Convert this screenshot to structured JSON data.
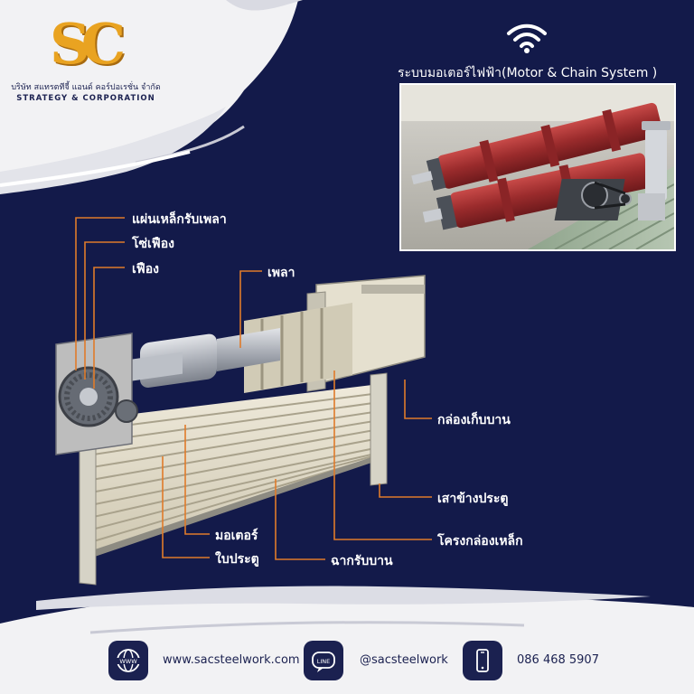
{
  "brand": {
    "mark": "SC",
    "company_thai": "บริษัท สแทรตทีจี้ แอนด์ คอร์ปอเรชั่น จำกัด",
    "company_en": "STRATEGY  & CORPORATION"
  },
  "system": {
    "title": "ระบบมอเตอร์ไฟฟ้า(Motor & Chain System )",
    "icon": "wifi-icon"
  },
  "labels": {
    "plate": "แผ่นเหล็กรับเพลา",
    "chain": "โซ่เฟือง",
    "gear": "เฟือง",
    "shaft": "เพลา",
    "box": "กล่องเก็บบาน",
    "post": "เสาข้างประตู",
    "frame": "โครงกล่องเหล็ก",
    "motor": "มอเตอร์",
    "door": "ใบประตู",
    "base": "ฉากรับบาน"
  },
  "footer": {
    "website": "www.sacsteelwork.com",
    "line": "@sacsteelwork",
    "phone": "086 468 5907",
    "website_icon_text": "WWW",
    "line_icon_text": "LINE"
  },
  "colors": {
    "background": "#131a4a",
    "accent": "#e07b2a",
    "brand_gold": "#e9a321"
  }
}
